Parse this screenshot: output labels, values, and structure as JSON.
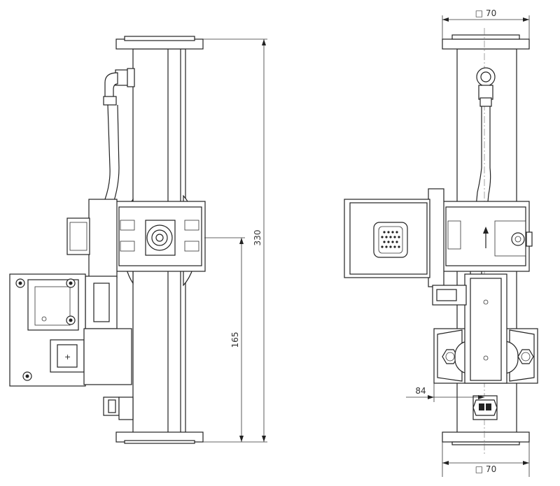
{
  "dimensions": {
    "side_height": "330",
    "side_center_height": "165",
    "front_top_width": "□ 70",
    "front_bottom_width": "□ 70",
    "front_offset": "84"
  }
}
